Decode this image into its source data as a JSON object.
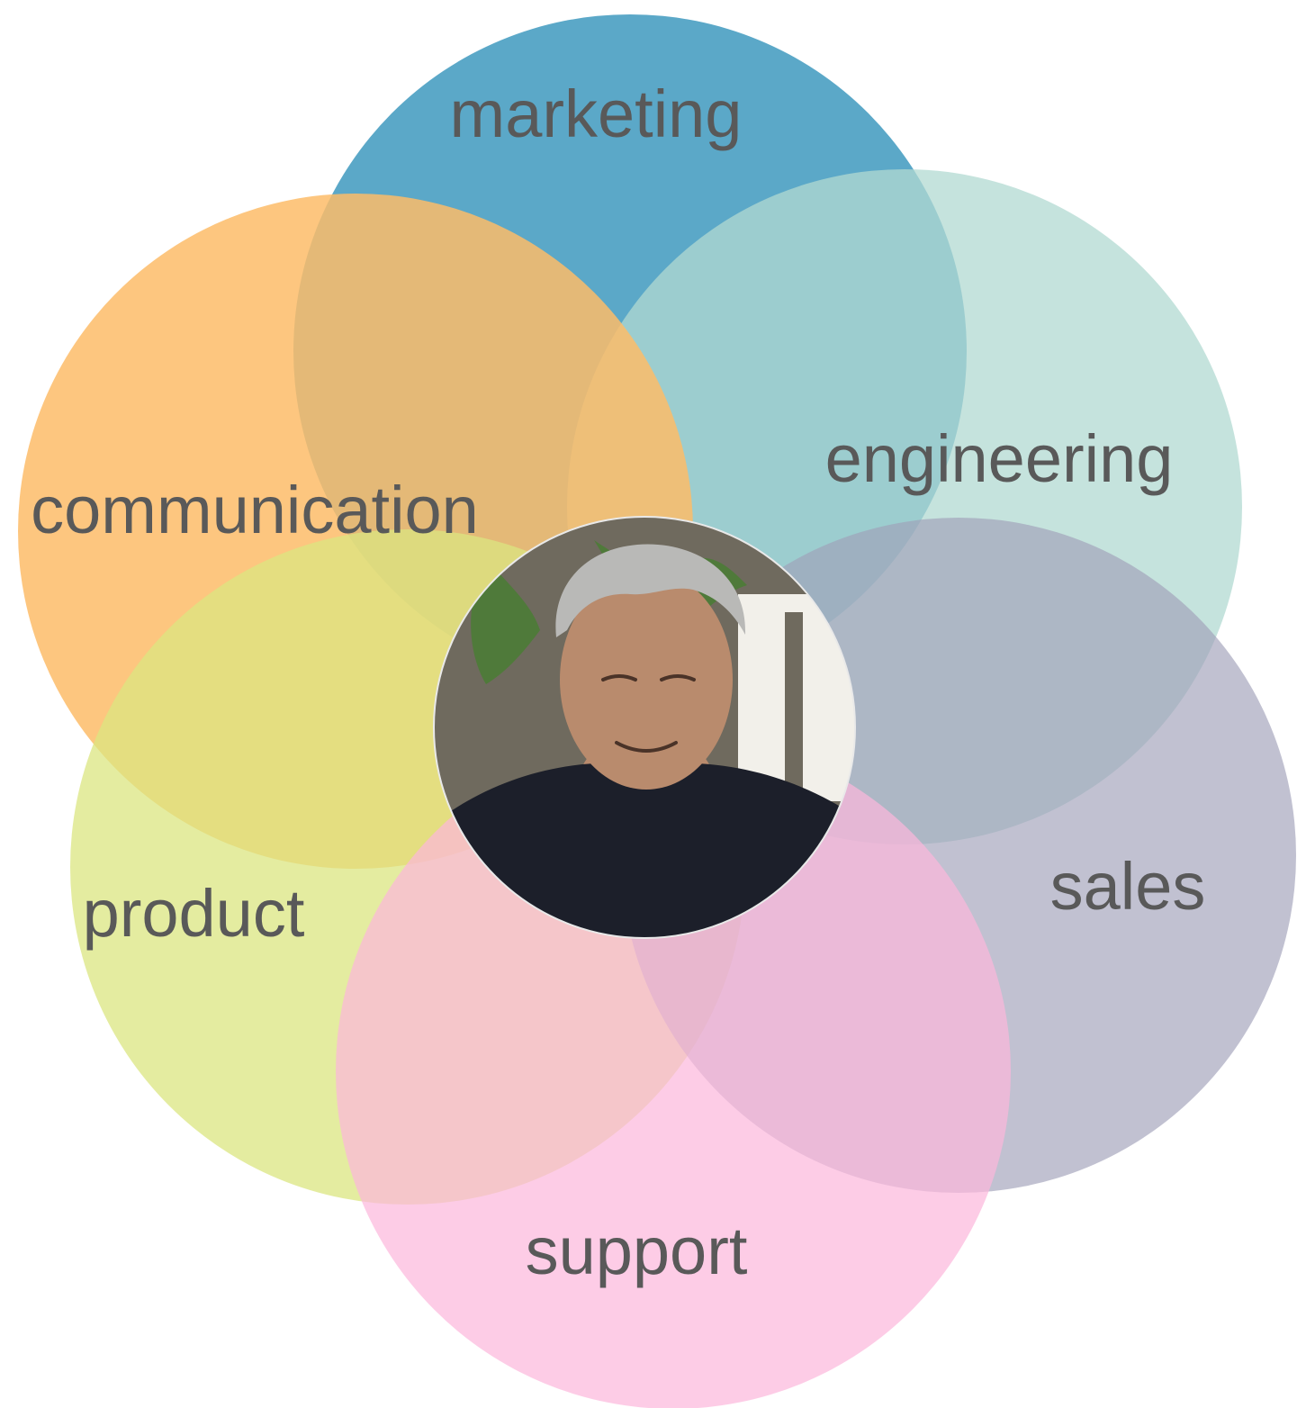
{
  "diagram": {
    "circles": [
      {
        "id": "marketing",
        "label": "marketing",
        "color": "#5ba8c8",
        "opacity": 1.0
      },
      {
        "id": "engineering",
        "label": "engineering",
        "color": "#b2d9d2",
        "opacity": 0.75
      },
      {
        "id": "communication",
        "label": "communication",
        "color": "#fdbc68",
        "opacity": 0.85
      },
      {
        "id": "product",
        "label": "product",
        "color": "#dbe680",
        "opacity": 0.75
      },
      {
        "id": "sales",
        "label": "sales",
        "color": "#9fa0b8",
        "opacity": 0.65
      },
      {
        "id": "support",
        "label": "support",
        "color": "#fcb7dc",
        "opacity": 0.7
      }
    ]
  },
  "photo": {
    "subject": "portrait-photo",
    "palette": {
      "background": "#6f6a5e",
      "wall": "#f2f0ea",
      "plant": "#4f7a3a",
      "skin": "#b98b6d",
      "hair": "#b9b9b7",
      "shirt": "#1c1f2a"
    }
  }
}
